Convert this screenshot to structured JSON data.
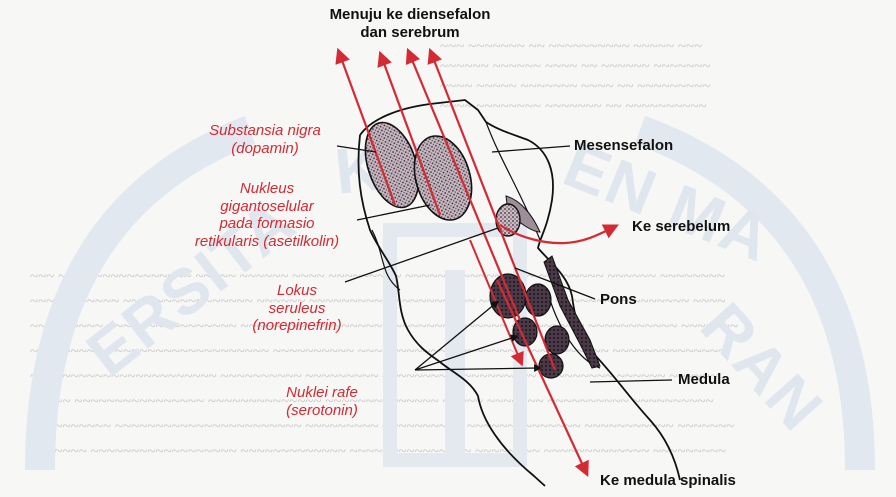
{
  "labels": {
    "top_line1": "Menuju ke diensefalon",
    "top_line2": "dan serebrum",
    "substansia_line1": "Substansia nigra",
    "substansia_line2": "(dopamin)",
    "nukleus_line1": "Nukleus",
    "nukleus_line2": "gigantoselular",
    "nukleus_line3": "pada formasio",
    "nukleus_line4": "retikularis (asetilkolin)",
    "lokus_line1": "Lokus",
    "lokus_line2": "seruleus",
    "lokus_line3": "(norepinefrin)",
    "rafe_line1": "Nuklei rafe",
    "rafe_line2": "(serotonin)",
    "mesensefalon": "Mesensefalon",
    "ke_serebelum": "Ke serebelum",
    "pons": "Pons",
    "medula": "Medula",
    "ke_medula_spinalis": "Ke medula spinalis"
  },
  "colors": {
    "accent_red": "#d42a33",
    "ink": "#111111",
    "nucleus_fill": "#b9a9b4",
    "watermark": "#dfe6ee"
  }
}
